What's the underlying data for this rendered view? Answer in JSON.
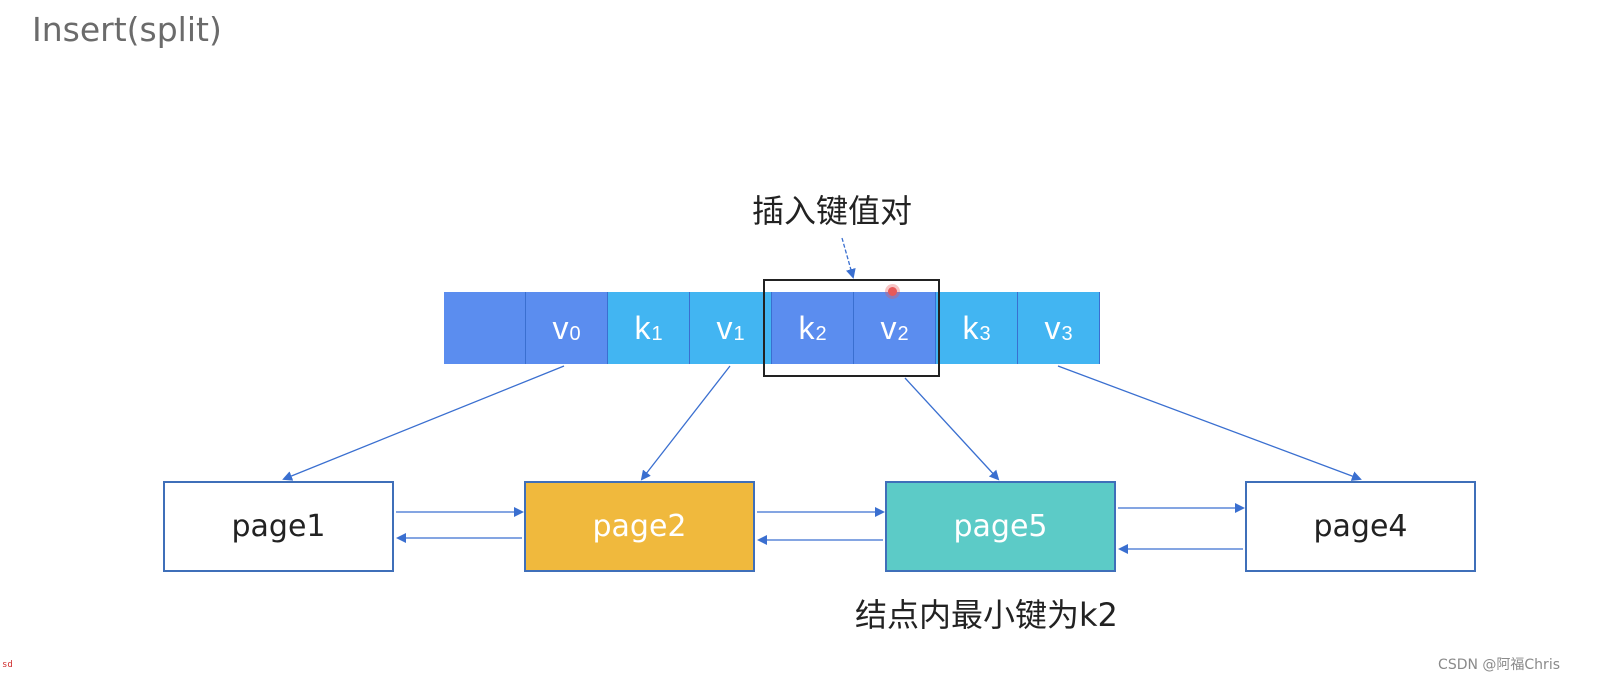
{
  "title": "Insert(split)",
  "annotations": {
    "insert_label": "插入键值对",
    "min_key_label": "结点内最小键为k2"
  },
  "node": {
    "cells": [
      {
        "id": "p0",
        "key": "",
        "sub": "",
        "style": "dark"
      },
      {
        "id": "v0",
        "key": "v",
        "sub": "0",
        "style": "dark"
      },
      {
        "id": "k1",
        "key": "k",
        "sub": "1",
        "style": "light"
      },
      {
        "id": "v1",
        "key": "v",
        "sub": "1",
        "style": "light"
      },
      {
        "id": "k2",
        "key": "k",
        "sub": "2",
        "style": "dark"
      },
      {
        "id": "v2",
        "key": "v",
        "sub": "2",
        "style": "dark"
      },
      {
        "id": "k3",
        "key": "k",
        "sub": "3",
        "style": "light"
      },
      {
        "id": "v3",
        "key": "v",
        "sub": "3",
        "style": "light"
      }
    ]
  },
  "pages": [
    {
      "label": "page1",
      "fill": "white"
    },
    {
      "label": "page2",
      "fill": "orange"
    },
    {
      "label": "page5",
      "fill": "teal"
    },
    {
      "label": "page4",
      "fill": "white"
    }
  ],
  "colors": {
    "dark_cell": "#5b8def",
    "light_cell": "#42b5f2",
    "page2": "#f0b93d",
    "page5": "#5ccbc7",
    "arrow": "#3a6fd0"
  },
  "watermark": "CSDN @阿福Chris",
  "corner_text": "sd"
}
